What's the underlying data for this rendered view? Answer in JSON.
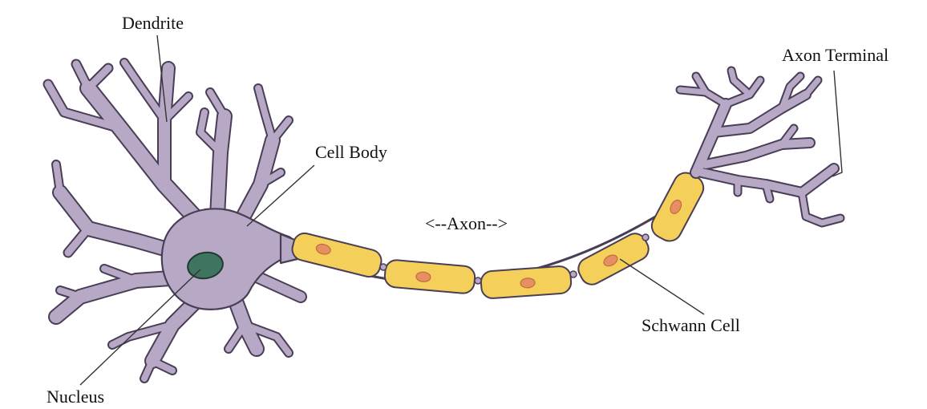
{
  "labels": {
    "dendrite": "Dendrite",
    "axon_terminal": "Axon Terminal",
    "cell_body": "Cell Body",
    "axon": "<--Axon-->",
    "schwann_cell": "Schwann Cell",
    "nucleus": "Nucleus"
  },
  "colors": {
    "membrane": "#b7a9c6",
    "outline": "#4a3e57",
    "nucleus": "#3f7560",
    "schwann_cell": "#f4cf5a",
    "schwann_nucleus": "#e58f62"
  }
}
